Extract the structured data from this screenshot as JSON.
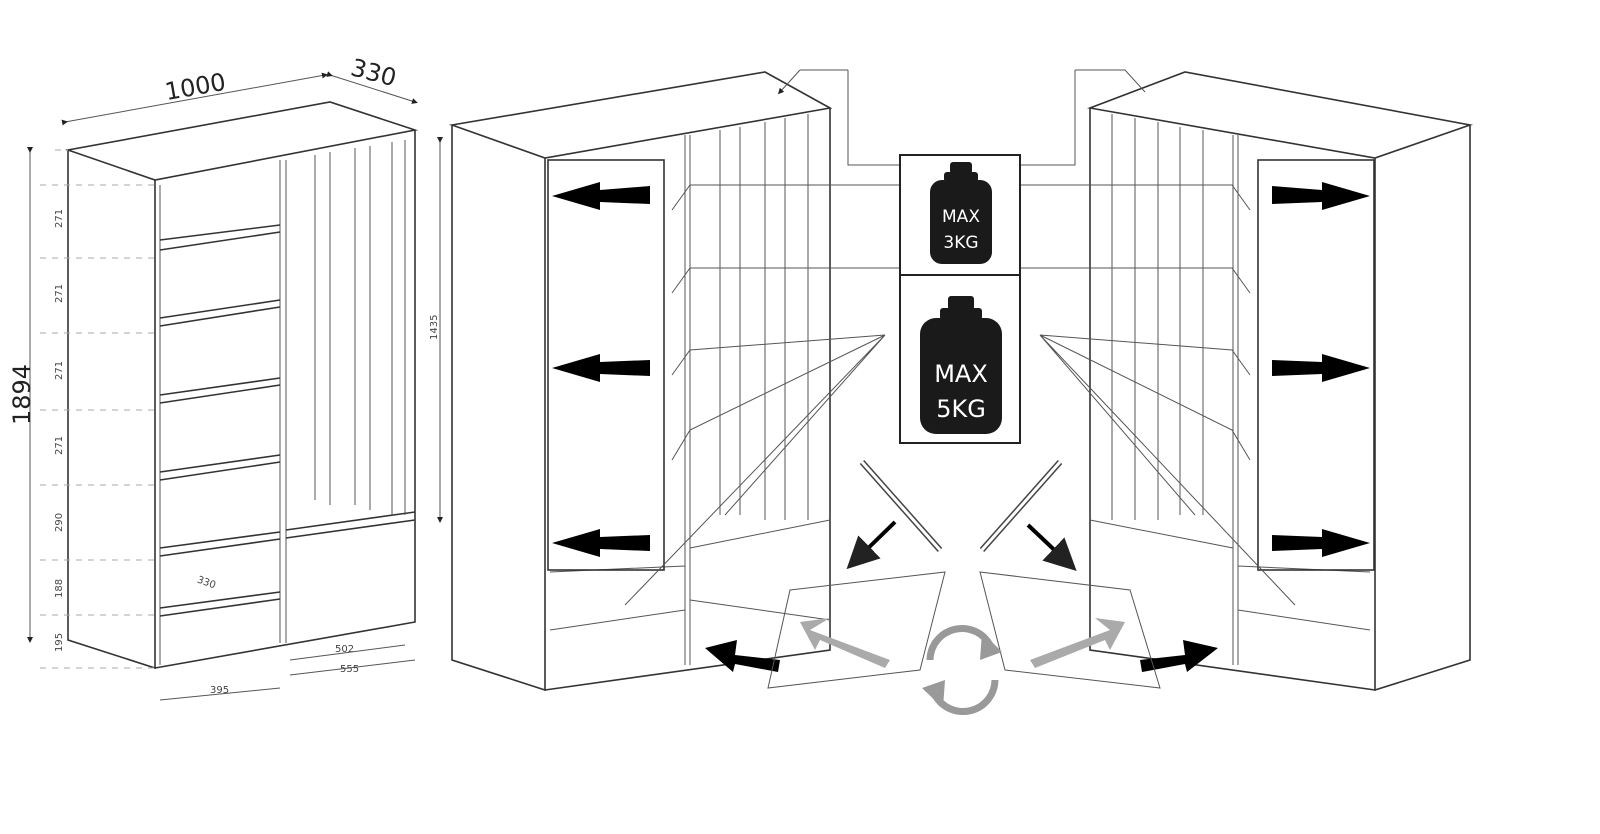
{
  "dimensions": {
    "width": "1000",
    "depth": "330",
    "height": "1894",
    "upper_height": "1435",
    "shelf_spacings": [
      "271",
      "271",
      "271",
      "271",
      "290",
      "188",
      "195"
    ],
    "inner_depth": "330",
    "bottom_right_inner": "502",
    "bottom_right_outer": "555",
    "bottom_left": "395"
  },
  "load_limits": {
    "small": {
      "line1": "MAX",
      "line2": "3KG"
    },
    "large": {
      "line1": "MAX",
      "line2": "5KG"
    }
  },
  "colors": {
    "line": "#333333",
    "arrow": "#000000",
    "weight": "#1a1a1a",
    "flap_arrow": "#aaaaaa"
  }
}
